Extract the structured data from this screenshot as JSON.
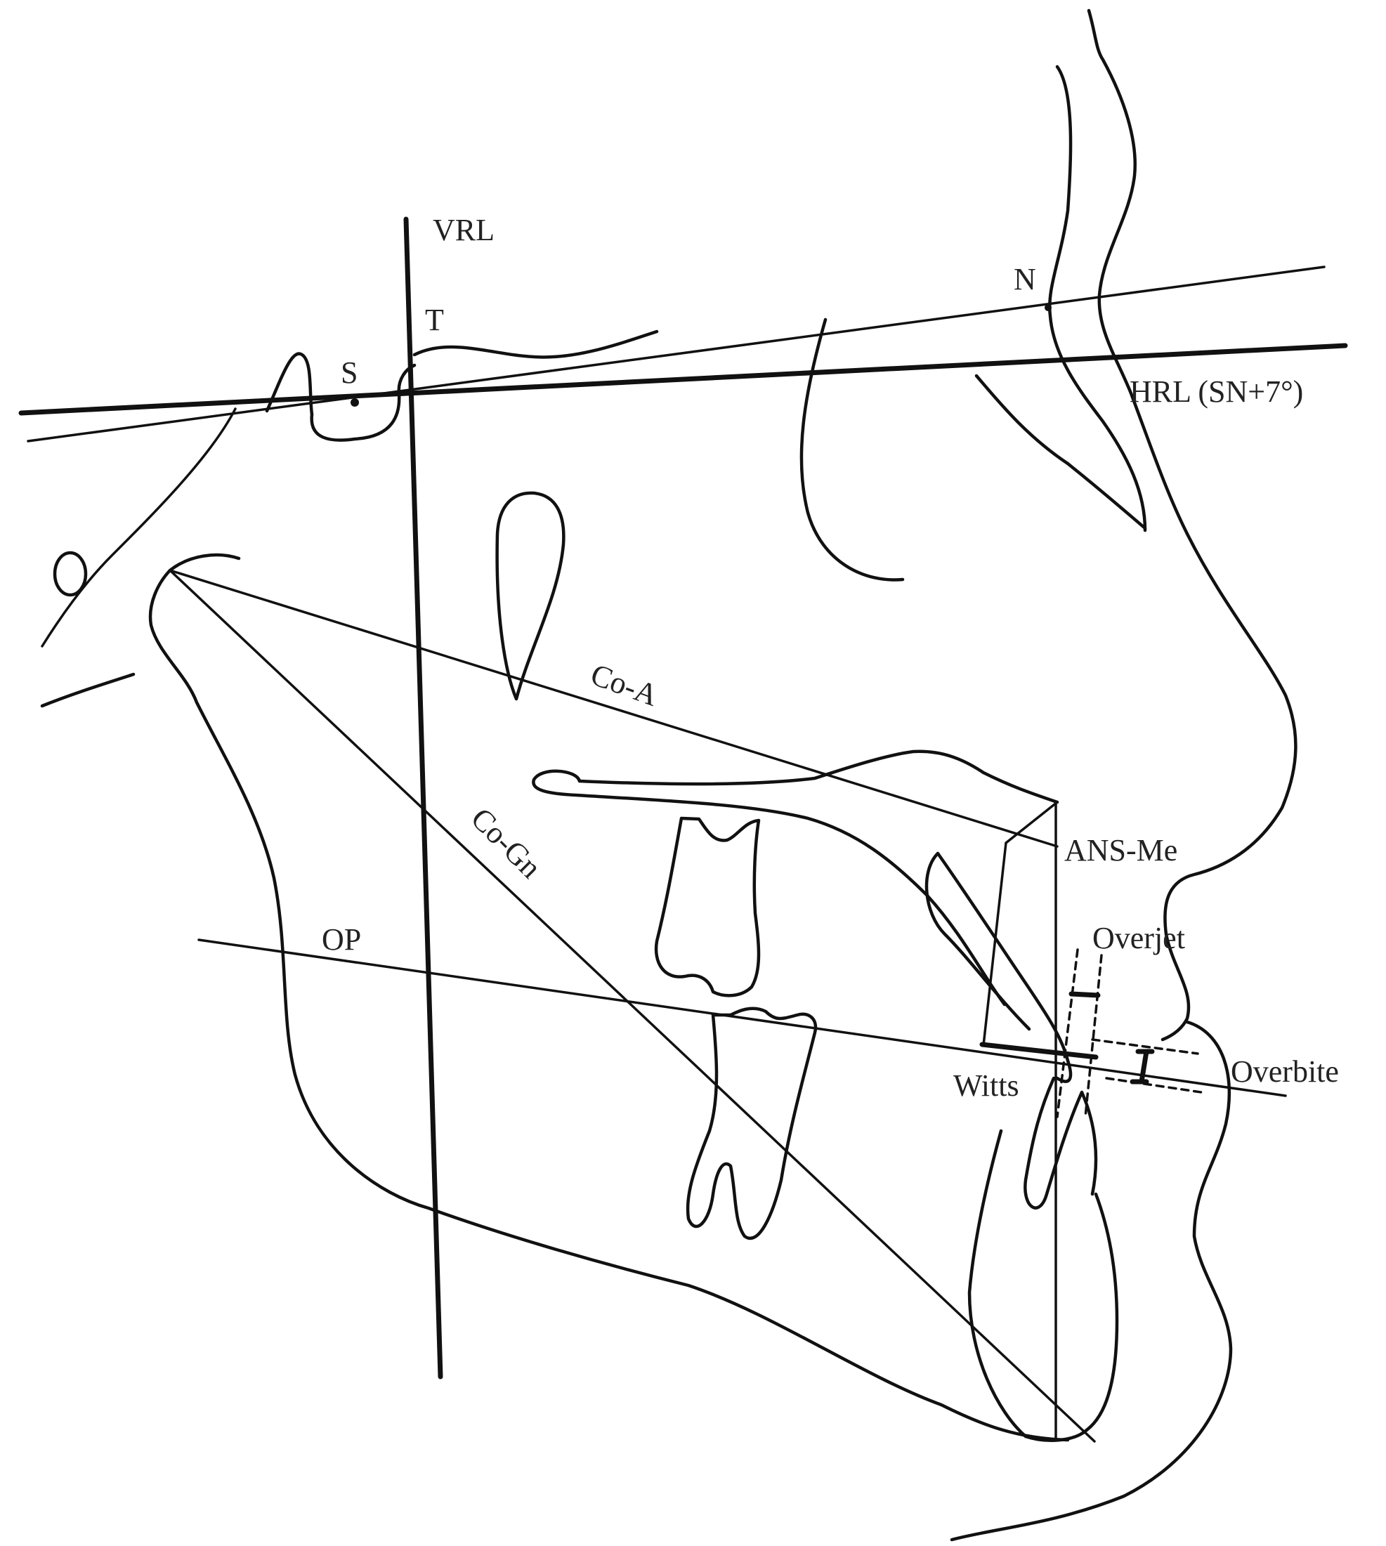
{
  "diagram": {
    "type": "cephalometric tracing (lateral)",
    "labels": {
      "vrl": "VRL",
      "t": "T",
      "s": "S",
      "n": "N",
      "hrl": "HRL (SN+7°)",
      "co_a": "Co-A",
      "co_gn": "Co-Gn",
      "op": "OP",
      "ans_me": "ANS-Me",
      "overjet": "Overjet",
      "overbite": "Overbite",
      "witts": "Witts"
    },
    "reference_lines": [
      {
        "name": "VRL",
        "description": "Vertical reference line through T, perpendicular to HRL"
      },
      {
        "name": "HRL",
        "description": "Horizontal reference line, SN + 7°"
      },
      {
        "name": "SN",
        "description": "Sella–Nasion line"
      },
      {
        "name": "OP",
        "description": "Occlusal plane"
      },
      {
        "name": "Co-A",
        "description": "Condylion to A-point"
      },
      {
        "name": "Co-Gn",
        "description": "Condylion to Gnathion"
      },
      {
        "name": "ANS-Me",
        "description": "Anterior nasal spine to Menton"
      }
    ],
    "colors": {
      "stroke": "#111111",
      "background": "#ffffff",
      "label": "#222222"
    }
  }
}
